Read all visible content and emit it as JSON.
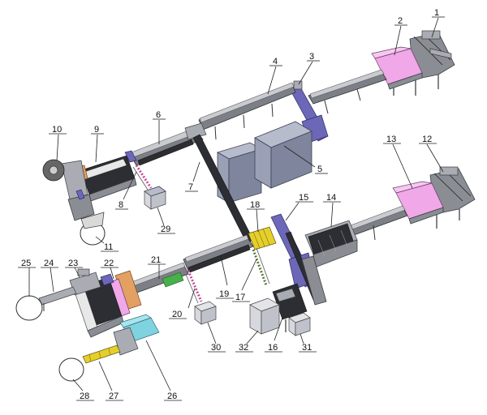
{
  "diagram": {
    "callouts": [
      {
        "id": "c1",
        "label": "1"
      },
      {
        "id": "c2",
        "label": "2"
      },
      {
        "id": "c3",
        "label": "3"
      },
      {
        "id": "c4",
        "label": "4"
      },
      {
        "id": "c5",
        "label": "5"
      },
      {
        "id": "c6",
        "label": "6"
      },
      {
        "id": "c7",
        "label": "7"
      },
      {
        "id": "c8",
        "label": "8"
      },
      {
        "id": "c9",
        "label": "9"
      },
      {
        "id": "c10",
        "label": "10"
      },
      {
        "id": "c11",
        "label": "11"
      },
      {
        "id": "c12",
        "label": "12"
      },
      {
        "id": "c13",
        "label": "13"
      },
      {
        "id": "c14",
        "label": "14"
      },
      {
        "id": "c15",
        "label": "15"
      },
      {
        "id": "c16",
        "label": "16"
      },
      {
        "id": "c17",
        "label": "17"
      },
      {
        "id": "c18",
        "label": "18"
      },
      {
        "id": "c19",
        "label": "19"
      },
      {
        "id": "c20",
        "label": "20"
      },
      {
        "id": "c21",
        "label": "21"
      },
      {
        "id": "c22",
        "label": "22"
      },
      {
        "id": "c23",
        "label": "23"
      },
      {
        "id": "c24",
        "label": "24"
      },
      {
        "id": "c25",
        "label": "25"
      },
      {
        "id": "c26",
        "label": "26"
      },
      {
        "id": "c27",
        "label": "27"
      },
      {
        "id": "c28",
        "label": "28"
      },
      {
        "id": "c29",
        "label": "29"
      },
      {
        "id": "c30",
        "label": "30"
      },
      {
        "id": "c31",
        "label": "31"
      },
      {
        "id": "c32",
        "label": "32"
      }
    ],
    "colors": {
      "frame": "#8a8d93",
      "violet": "#6d67b8",
      "pink": "#f0a8e8",
      "yellow": "#e6cf2a",
      "green": "#46b04a",
      "teal": "#7fd3e0",
      "orange": "#e2a062",
      "tank": "#9aa0b6"
    }
  }
}
